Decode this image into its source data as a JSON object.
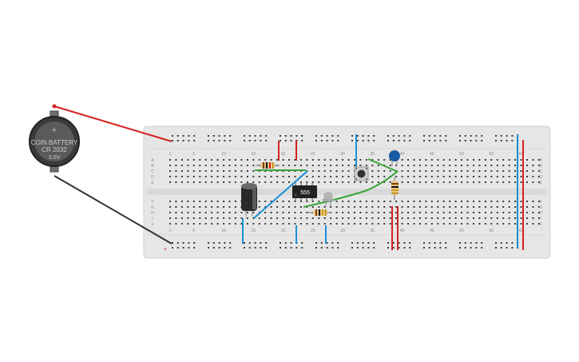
{
  "battery": {
    "label_line1": "COIN BATTERY",
    "label_line2": "CR 2032",
    "label_line3": "3.0V",
    "plus_sign": "+"
  },
  "chip": {
    "label": "555"
  },
  "breadboard": {
    "column_numbers": [
      "1",
      "5",
      "10",
      "15",
      "20",
      "25",
      "30",
      "35",
      "40",
      "45",
      "50",
      "55",
      "60"
    ],
    "row_letters_top": [
      "A",
      "B",
      "C",
      "D",
      "E"
    ],
    "row_letters_bottom": [
      "F",
      "G",
      "H",
      "I",
      "J"
    ]
  },
  "colors": {
    "board": "#e6e6e6",
    "hole": "#3c3c3c",
    "wire_red": "#d42222",
    "wire_blue": "#1b8fd6",
    "wire_green": "#3aa43a",
    "wire_black": "#333333",
    "battery_body": "#3a3a3a",
    "capacitor_ceramic": "#1a5aa0",
    "chip_body": "#222222"
  }
}
